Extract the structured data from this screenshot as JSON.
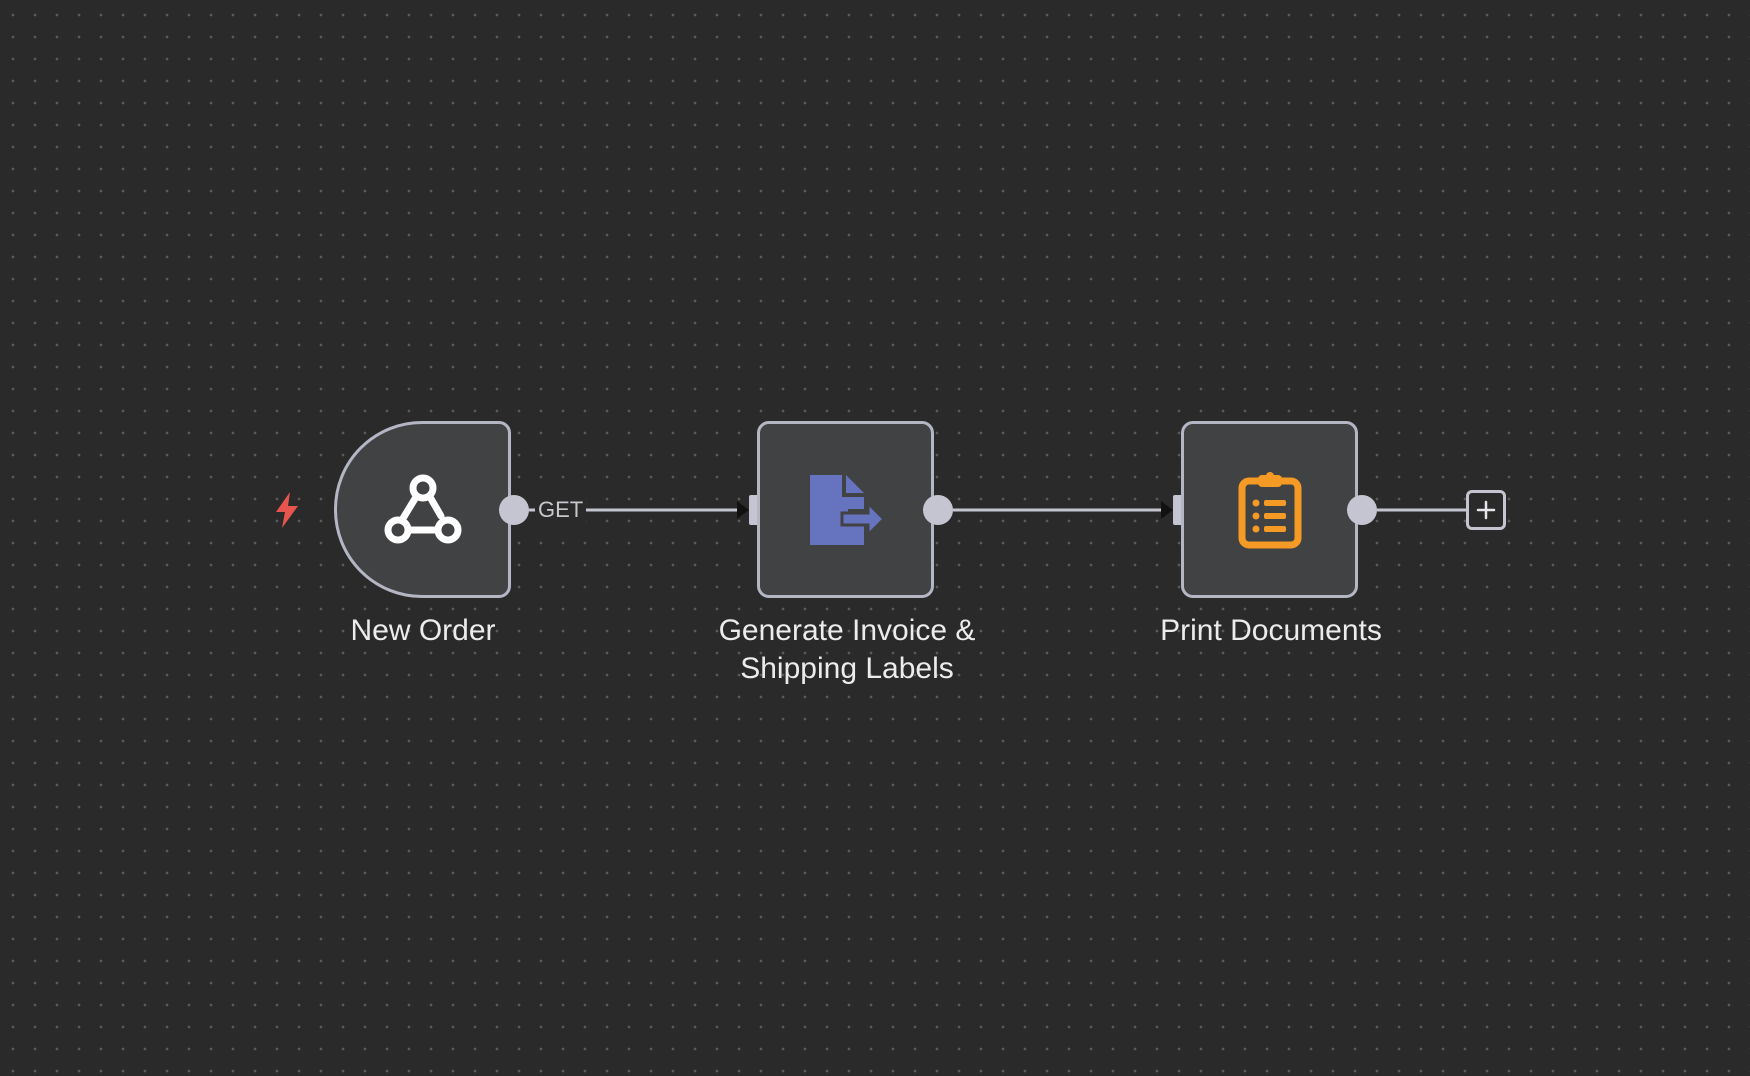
{
  "workflow": {
    "nodes": [
      {
        "id": "trigger",
        "label": "New Order",
        "icon": "webhook-icon",
        "icon_color": "#ffffff",
        "type": "trigger"
      },
      {
        "id": "invoice",
        "label": "Generate Invoice & Shipping Labels",
        "icon": "document-export-icon",
        "icon_color": "#6673bf"
      },
      {
        "id": "print",
        "label": "Print Documents",
        "icon": "clipboard-list-icon",
        "icon_color": "#f59b25"
      }
    ],
    "connections": [
      {
        "from": "trigger",
        "to": "invoice",
        "label": "GET"
      },
      {
        "from": "invoice",
        "to": "print",
        "label": ""
      }
    ],
    "trigger_badge_color": "#e8554e",
    "add_node_icon": "plus-icon"
  },
  "colors": {
    "canvas": "#2a2a2a",
    "node_fill": "#414244",
    "node_border": "#b4b6c4",
    "edge": "#c4c5d0"
  }
}
